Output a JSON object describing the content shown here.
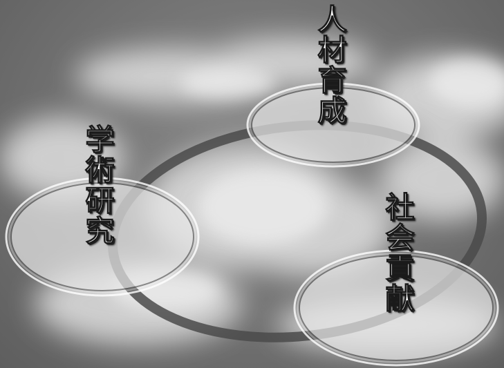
{
  "diagram": {
    "labels": {
      "talent_development": "人材育成",
      "academic_research": "学術研究",
      "social_contribution": "社会貢献"
    },
    "colors": {
      "background": "#6e6e6e",
      "cloud": "#d9d9d9",
      "ring": "#4a4a4a",
      "node_fill": "#e6e6e6",
      "node_stroke": "#3a3a3a",
      "text": "#ffffff"
    }
  }
}
